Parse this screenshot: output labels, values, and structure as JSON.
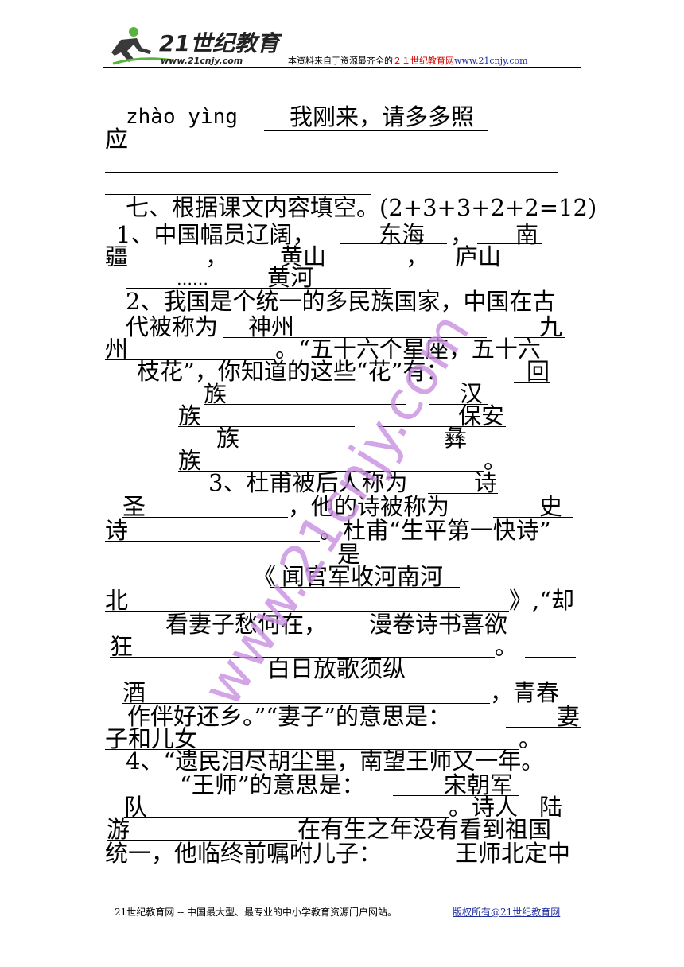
{
  "header": {
    "logo_text": "21世纪教育",
    "logo_url": "www.21cnjy.com",
    "note_prefix": "本资料来自于资源最齐全的",
    "note_brand": "２１世纪教育网",
    "note_url": "www.21cnjy.com"
  },
  "lines": {
    "l1a": "zhào yìng",
    "l1b": "我刚来，请多多照",
    "l2": "应",
    "l4": "七、根据课文内容填空。(2+3+3+2+2=12)",
    "l5a": "1、中国幅员辽阔，",
    "l5b": "东海",
    "l5c": "，",
    "l5d": "南",
    "l6a": "疆",
    "l6b": "，",
    "l6c": "黄山",
    "l6d": "，",
    "l6e": "庐山",
    "l7a": "……",
    "l7b": "黄河",
    "l8": "2、我国是个统一的多民族国家，中国在古",
    "l9a": "代被称为",
    "l9b": "神州",
    "l9c": "九",
    "l10a": "州",
    "l10b": "。“五十六个星座，五十六",
    "l11a": "枝花”，你知道的这些“花”有：",
    "l11b": "回",
    "l12a": "族",
    "l12b": "汉",
    "l13a": "族",
    "l13b": "保安",
    "l14a": "族",
    "l14b": "彝",
    "l15a": "族",
    "l15b": "。",
    "l16a": "3、杜甫被后人称为",
    "l16b": "诗",
    "l17a": "圣",
    "l17b": "，他的诗被称为",
    "l17c": "史",
    "l18a": "诗",
    "l18b": "。杜甫“生平第一快诗”",
    "l19": "是",
    "l20a": "《",
    "l20b": "闻官军收河南河",
    "l21a": "北",
    "l21b": "》,“却",
    "l22a": "看妻子愁何在，",
    "l22b": "漫卷诗书喜欲",
    "l23a": "狂",
    "l23b": "。",
    "l24": "白日放歌须纵",
    "l25a": "酒",
    "l25b": "，青春",
    "l26a": "作伴好还乡。”“妻子”的意思是：",
    "l26b": "妻",
    "l27a": "子和儿女",
    "l27b": "。",
    "l28": "4、“遗民泪尽胡尘里，南望王师又一年。",
    "l29a": "“王师”的意思是：",
    "l29b": "宋朝军",
    "l30a": "队",
    "l30b": "。诗人",
    "l30c": "陆",
    "l31a": "游",
    "l31b": "在有生之年没有看到祖国",
    "l32a": "统一，他临终前嘱咐儿子：",
    "l32b": "王师北定中"
  },
  "footer": {
    "left": "21世纪教育网 -- 中国最大型、最专业的中小学教育资源门户网站。",
    "right": "版权所有@21世纪教育网"
  },
  "watermark": "www.21cnjy.com"
}
